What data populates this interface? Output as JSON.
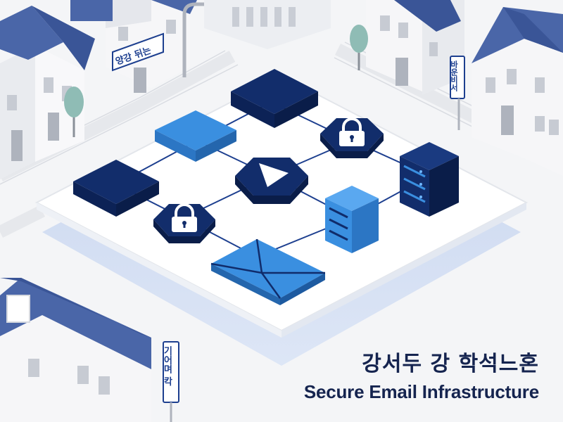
{
  "signs": {
    "top_left": "양강 뒤는",
    "right": "바운비서",
    "bottom": "기어며 칵"
  },
  "caption": {
    "korean": "강서두 강 학석느혼",
    "english": "Secure Email Infrastructure"
  },
  "icons": [
    "padlock-icon",
    "play-icon",
    "server-icon",
    "envelope-icon"
  ],
  "colors": {
    "navy": "#102c6b",
    "light_blue": "#3a8fe0",
    "roof_blue": "#4a66a8",
    "background": "#f4f5f7",
    "text": "#15244f"
  }
}
